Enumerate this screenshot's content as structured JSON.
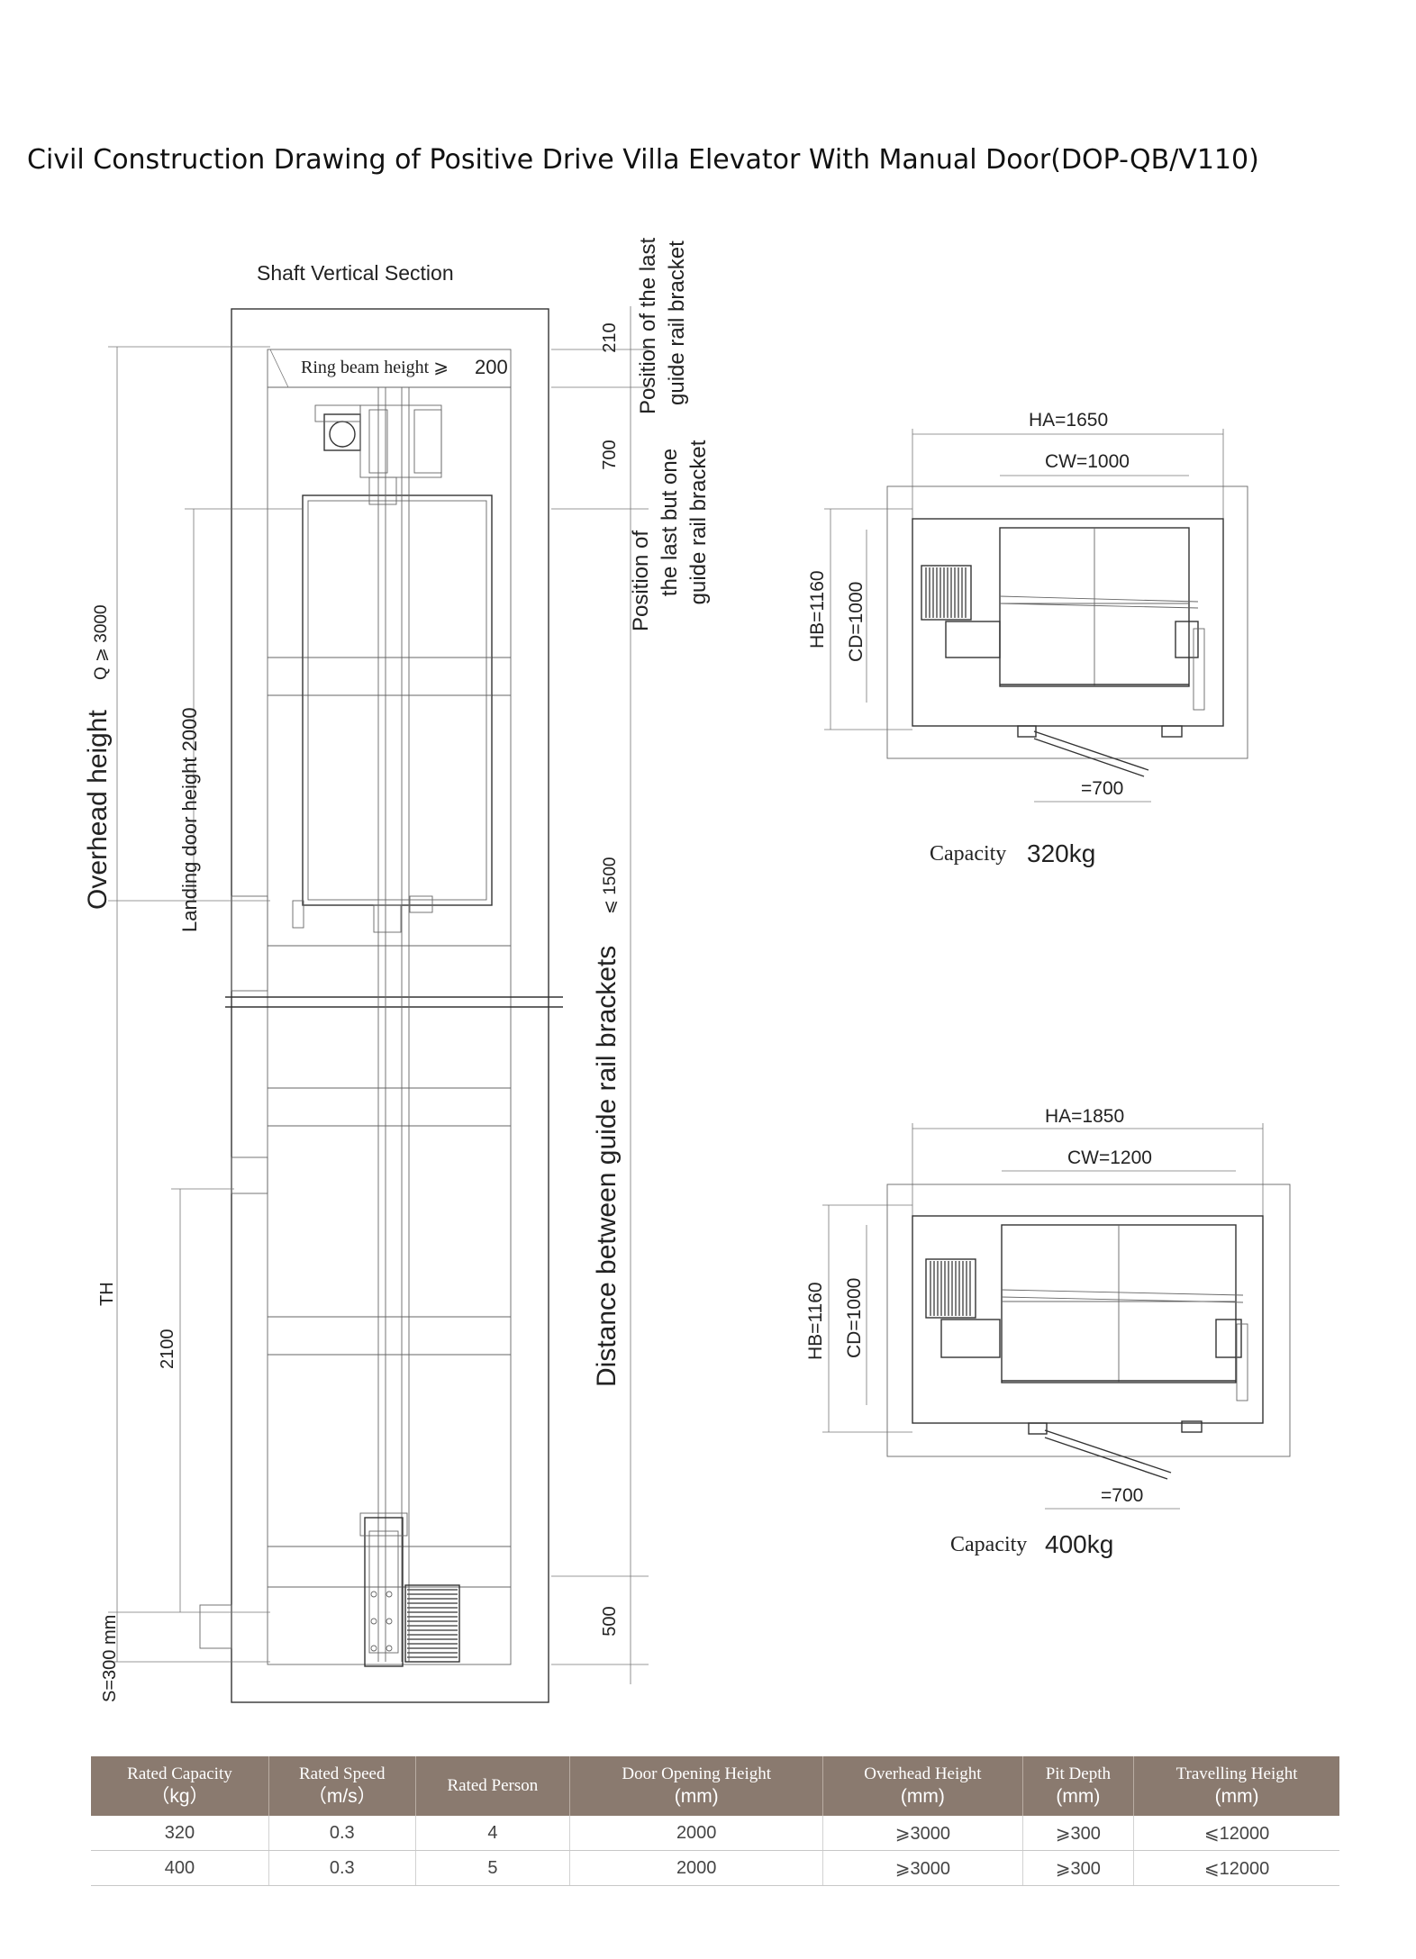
{
  "title": "Civil Construction Drawing of Positive Drive Villa Elevator With Manual Door(DOP-QB/V110)",
  "section": {
    "heading": "Shaft Vertical Section",
    "ring_beam": "Ring beam height ⩾",
    "ring_beam_value": "200",
    "dim_top": "210",
    "dim_second": "700",
    "dim_bottom": "500",
    "label_last_bracket": [
      "Position of the last",
      "guide rail bracket"
    ],
    "label_last_but_one": [
      "Position of",
      "the last but one",
      "guide rail bracket"
    ],
    "label_overhead": "Overhead height",
    "label_overhead_value": "Q ⩾ 3000",
    "label_landing_door": "Landing door height 2000",
    "label_distance": "Distance between guide rail brackets",
    "label_distance_value": "⩽ 1500",
    "label_th": "TH",
    "label_2100": "2100",
    "label_pit": "S=300 mm"
  },
  "plans": [
    {
      "ha": "HA=1650",
      "cw": "CW=1000",
      "hb": "HB=1160",
      "cd": "CD=1000",
      "door": "=700",
      "capacity_label": "Capacity",
      "capacity_value": "320kg"
    },
    {
      "ha": "HA=1850",
      "cw": "CW=1200",
      "hb": "HB=1160",
      "cd": "CD=1000",
      "door": "=700",
      "capacity_label": "Capacity",
      "capacity_value": "400kg"
    }
  ],
  "table": {
    "headers": [
      {
        "name": "Rated Capacity",
        "unit": "（kg）"
      },
      {
        "name": "Rated Speed",
        "unit": "（m/s）"
      },
      {
        "name": "Rated Person",
        "unit": ""
      },
      {
        "name": "Door Opening Height",
        "unit": "(mm)"
      },
      {
        "name": "Overhead Height",
        "unit": "(mm)"
      },
      {
        "name": "Pit Depth",
        "unit": "(mm)"
      },
      {
        "name": "Travelling Height",
        "unit": "(mm)"
      }
    ],
    "rows": [
      [
        "320",
        "0.3",
        "4",
        "2000",
        "⩾3000",
        "⩾300",
        "⩽12000"
      ],
      [
        "400",
        "0.3",
        "5",
        "2000",
        "⩾3000",
        "⩾300",
        "⩽12000"
      ]
    ]
  }
}
